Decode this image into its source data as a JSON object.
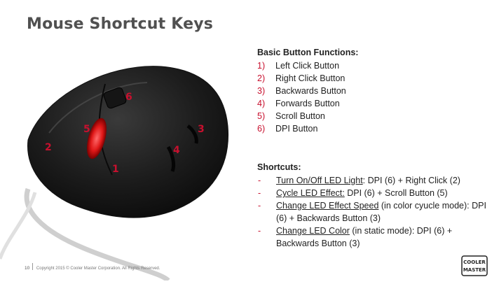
{
  "title": "Mouse Shortcut Keys",
  "basic": {
    "heading": "Basic Button Functions:",
    "items": [
      {
        "num": "1)",
        "text": "Left Click Button"
      },
      {
        "num": "2)",
        "text": "Right Click Button"
      },
      {
        "num": "3)",
        "text": "Backwards Button"
      },
      {
        "num": "4)",
        "text": "Forwards Button"
      },
      {
        "num": "5)",
        "text": "Scroll Button"
      },
      {
        "num": "6)",
        "text": "DPI Button"
      }
    ]
  },
  "shortcuts": {
    "heading": "Shortcuts:",
    "bullet": "-",
    "items": [
      {
        "name": "Turn On/Off LED Light",
        "rest": ": DPI (6) + Right Click (2)"
      },
      {
        "name": "Cycle LED Effect:",
        "rest": " DPI (6) + Scroll Button (5)"
      },
      {
        "name": "Change LED Effect Speed",
        "rest": " (in color cyucle mode): DPI (6) + Backwards Button (3)"
      },
      {
        "name": "Change LED Color",
        "rest": " (in static mode): DPI (6) + Backwards Button (3)"
      }
    ]
  },
  "callouts": {
    "c1": "1",
    "c2": "2",
    "c3": "3",
    "c4": "4",
    "c5": "5",
    "c6": "6"
  },
  "footer": {
    "page_number": "10",
    "copyright": "Copyright 2015 © Cooler Master Corporation. All Rights Reserved."
  },
  "logo": {
    "line1": "COOLER",
    "line2": "MASTER"
  },
  "colors": {
    "accent": "#c8102e",
    "title": "#505050",
    "led": "#ff2020"
  }
}
